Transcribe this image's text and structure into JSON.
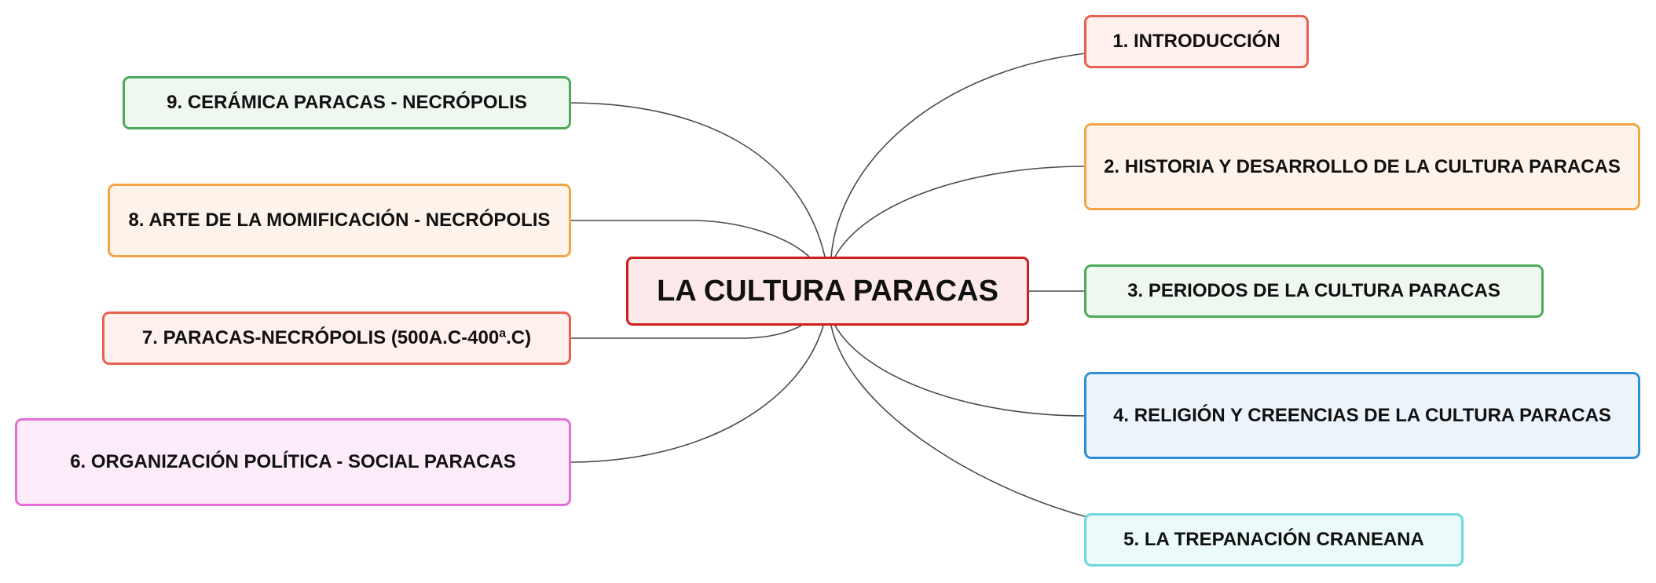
{
  "central": {
    "label": "LA CULTURA PARACAS",
    "border": "#cc1f1f",
    "fill": "#fde9e9"
  },
  "connector_color": "#4a4a4a",
  "topics": [
    {
      "id": "t1",
      "label": "1. INTRODUCCIÓN",
      "border": "#e8604f",
      "fill": "#fef0ec"
    },
    {
      "id": "t2",
      "label": "2. HISTORIA Y DESARROLLO DE LA CULTURA PARACAS",
      "border": "#f4a548",
      "fill": "#fef3ea"
    },
    {
      "id": "t3",
      "label": "3. PERIODOS DE LA CULTURA PARACAS",
      "border": "#4cab5a",
      "fill": "#eef7f0"
    },
    {
      "id": "t4",
      "label": "4. RELIGIÓN Y CREENCIAS DE LA CULTURA PARACAS",
      "border": "#2f8fd6",
      "fill": "#ecf4fb"
    },
    {
      "id": "t5",
      "label": "5. LA TREPANACIÓN CRANEANA",
      "border": "#6fd9d9",
      "fill": "#ecfafa"
    },
    {
      "id": "t6",
      "label": "6. ORGANIZACIÓN POLÍTICA - SOCIAL PARACAS",
      "border": "#e56fd8",
      "fill": "#fcecf9"
    },
    {
      "id": "t7",
      "label": "7. PARACAS-NECRÓPOLIS (500A.C-400ª.C)",
      "border": "#e8604f",
      "fill": "#fef0ec"
    },
    {
      "id": "t8",
      "label": "8. ARTE DE LA MOMIFICACIÓN - NECRÓPOLIS",
      "border": "#f4a548",
      "fill": "#fef3ea"
    },
    {
      "id": "t9",
      "label": "9. CERÁMICA PARACAS - NECRÓPOLIS",
      "border": "#4cab5a",
      "fill": "#eef7f0"
    }
  ]
}
